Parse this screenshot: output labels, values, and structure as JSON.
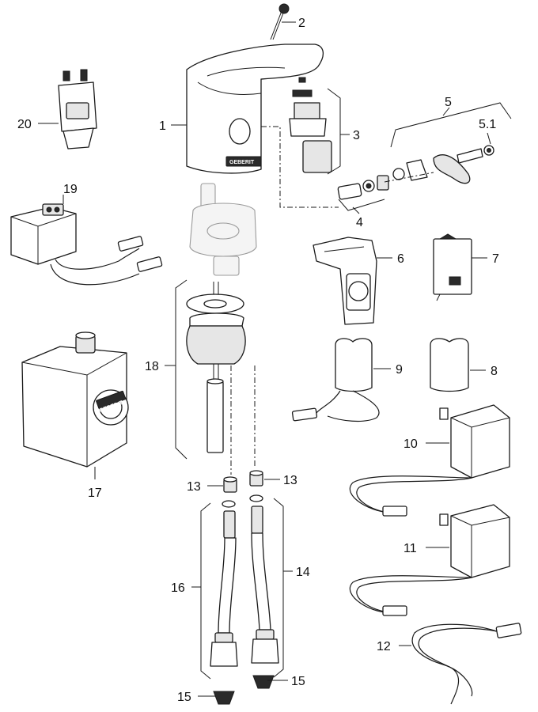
{
  "title": "Exploded parts diagram - touchless washbasin tap",
  "brand_text": "GEBERIT",
  "colors": {
    "line": "#1a1a1a",
    "fill": "#ffffff",
    "shade": "#e6e6e6",
    "ghost": "#9a9a9a"
  },
  "callouts": {
    "c1": "1",
    "c2": "2",
    "c3": "3",
    "c4": "4",
    "c5": "5",
    "c5_1": "5.1",
    "c6": "6",
    "c7": "7",
    "c8": "8",
    "c9": "9",
    "c10": "10",
    "c11": "11",
    "c12": "12",
    "c13a": "13",
    "c13b": "13",
    "c14": "14",
    "c15a": "15",
    "c15b": "15",
    "c16": "16",
    "c17": "17",
    "c18": "18",
    "c19": "19",
    "c20": "20"
  }
}
